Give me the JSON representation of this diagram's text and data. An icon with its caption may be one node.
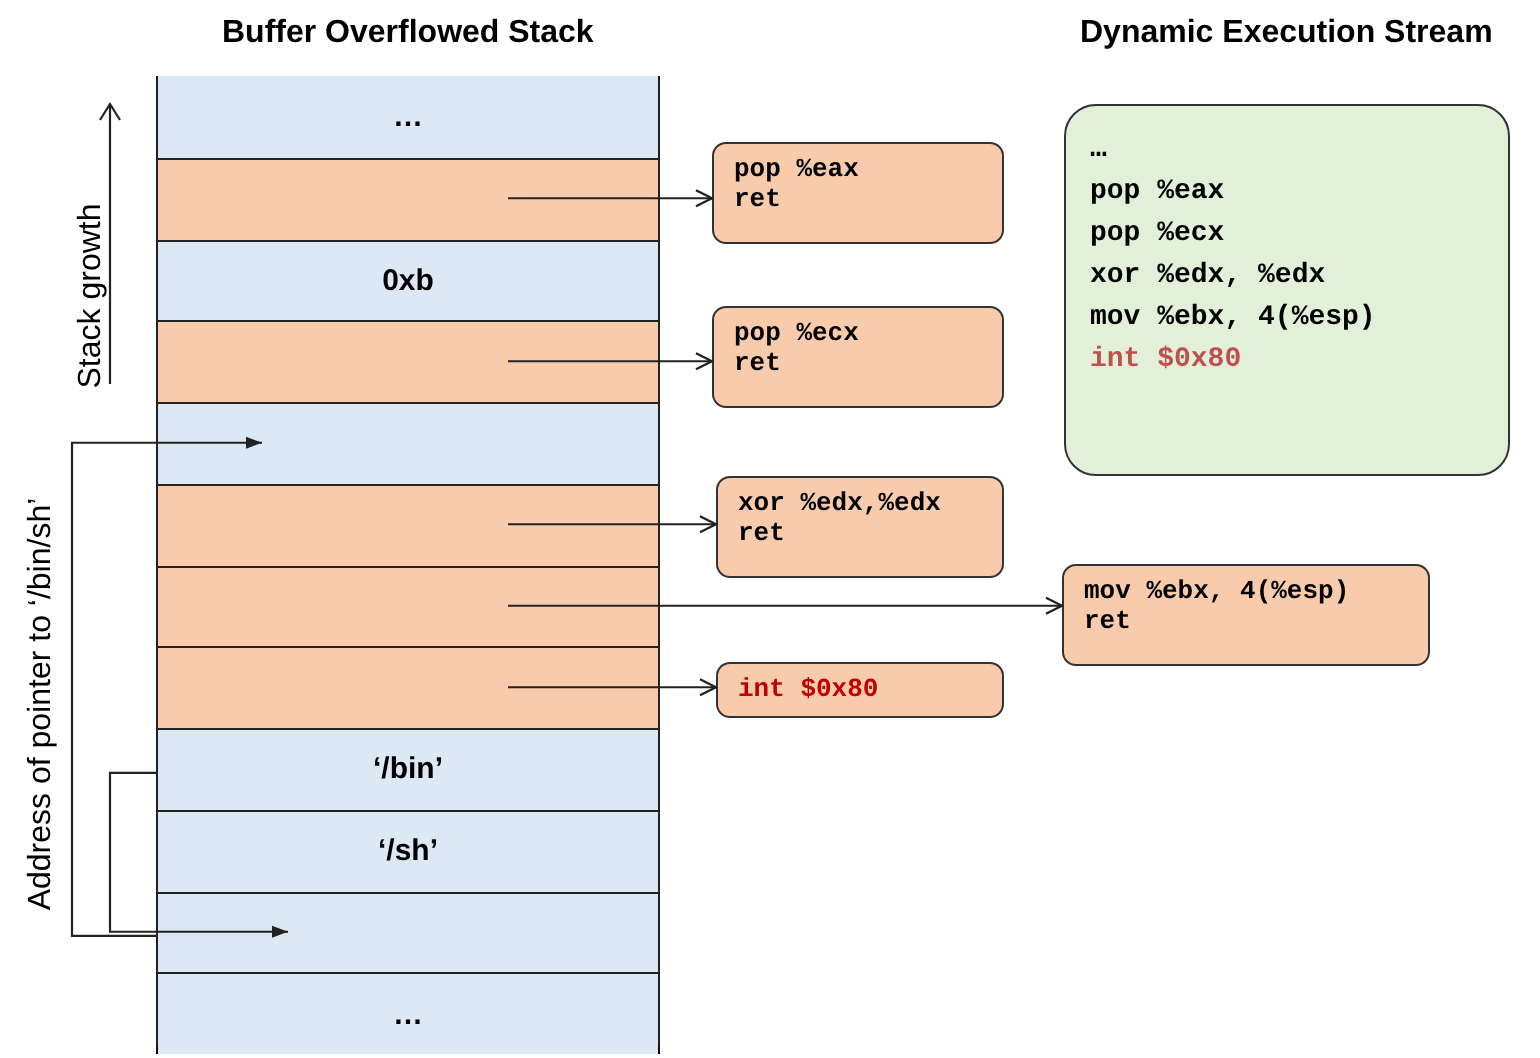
{
  "diagram": {
    "nodes": [
      {
        "text": [
          "Buffer Overflowed Stack"
        ]
      },
      {
        "text": [
          "…"
        ],
        "in": 0
      },
      {
        "text": [],
        "shape": "box",
        "in": 0
      },
      {
        "text": [
          "0xb"
        ],
        "in": 0
      },
      {
        "text": [],
        "shape": "box",
        "in": 0
      },
      {
        "text": [],
        "shape": "box",
        "in": 0
      },
      {
        "text": [],
        "shape": "box",
        "in": 0
      },
      {
        "text": [],
        "shape": "box",
        "in": 0
      },
      {
        "text": [],
        "shape": "box",
        "in": 0
      },
      {
        "text": [
          "‘/bin’"
        ],
        "in": 0
      },
      {
        "text": [
          "‘/sh’"
        ],
        "in": 0
      },
      {
        "text": [],
        "shape": "box",
        "in": 0
      },
      {
        "text": [
          "…"
        ],
        "in": 0
      },
      {
        "text": [
          "pop %eax",
          "ret"
        ]
      },
      {
        "text": [
          "pop %ecx",
          "ret"
        ]
      },
      {
        "text": [
          "xor %edx,%edx",
          "ret"
        ]
      },
      {
        "text": [
          "mov %ebx, 4(%esp)",
          "ret"
        ]
      },
      {
        "text": [
          "int $0x80"
        ]
      },
      {
        "text": [
          "Dynamic Execution Stream",
          "…",
          "pop %eax",
          "pop %ecx",
          "xor %edx, %edx",
          "mov %ebx, 4(%esp)",
          "int $0x80"
        ]
      }
    ],
    "edges": [
      {
        "from": 2,
        "to": 13,
        "arrow": "to"
      },
      {
        "from": 4,
        "to": 14,
        "arrow": "to"
      },
      {
        "from": 6,
        "to": 15,
        "arrow": "to"
      },
      {
        "from": 7,
        "to": 16,
        "arrow": "to"
      },
      {
        "from": 8,
        "to": 17,
        "arrow": "to"
      },
      {
        "from": 11,
        "to": 5,
        "arrow": "to"
      },
      {
        "from": 9,
        "to": 11,
        "arrow": "to"
      }
    ],
    "labels": [
      "Stack growth",
      "Address of pointer to ‘/bin/sh’"
    ]
  }
}
